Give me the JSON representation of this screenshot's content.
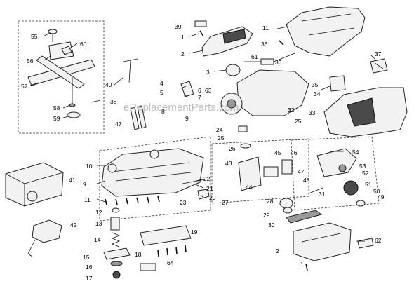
{
  "watermark": "eReplacementParts.com",
  "callouts": {
    "c1a": "1",
    "c1b": "1",
    "c2a": "2",
    "c2b": "2",
    "c3": "3",
    "c4": "4",
    "c5": "5",
    "c6": "6",
    "c7": "7",
    "c8": "8",
    "c9a": "9",
    "c9b": "9",
    "c10": "10",
    "c11a": "11",
    "c11b": "11",
    "c12": "12",
    "c13": "13",
    "c14": "14",
    "c15": "15",
    "c16": "16",
    "c17": "17",
    "c18": "18",
    "c19": "19",
    "c20": "20",
    "c21": "21",
    "c22": "22",
    "c23": "23",
    "c24": "24",
    "c25a": "25",
    "c25b": "25",
    "c26": "26",
    "c27": "27",
    "c28": "28",
    "c29": "29",
    "c30": "30",
    "c31": "31",
    "c32": "32",
    "c33a": "33",
    "c33b": "33",
    "c34": "34",
    "c35": "35",
    "c36": "36",
    "c37": "37",
    "c38": "38",
    "c39": "39",
    "c40": "40",
    "c41": "41",
    "c42": "42",
    "c43": "43",
    "c44": "44",
    "c45": "45",
    "c46": "46",
    "c47a": "47",
    "c47b": "47",
    "c48": "48",
    "c49": "49",
    "c50": "50",
    "c51": "51",
    "c52": "52",
    "c53": "53",
    "c54": "54",
    "c55": "55",
    "c56": "56",
    "c57": "57",
    "c58": "58",
    "c59": "59",
    "c60": "60",
    "c61": "61",
    "c62": "62",
    "c63": "63",
    "c64": "64"
  }
}
